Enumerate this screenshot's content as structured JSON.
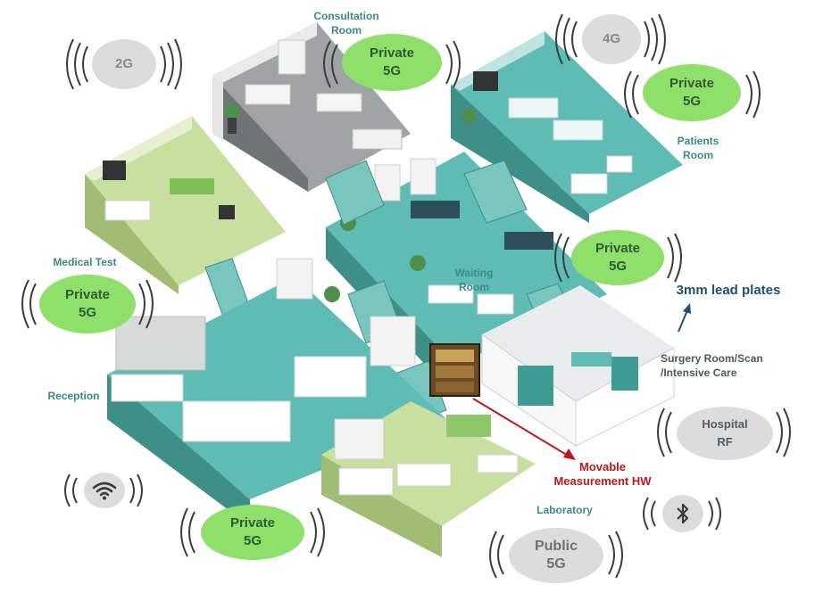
{
  "rooms": {
    "consultation": [
      "Consultation",
      "Room"
    ],
    "patients": [
      "Patients",
      "Room"
    ],
    "medical_test": "Medical Test",
    "waiting": [
      "Waiting",
      "Room"
    ],
    "reception": "Reception",
    "surgery": [
      "Surgery Room/Scan",
      "/Intensive Care"
    ],
    "laboratory": "Laboratory"
  },
  "badges": {
    "gen2": "2G",
    "gen4": "4G",
    "private_top": [
      "Private",
      "5G"
    ],
    "private_patients": [
      "Private",
      "5G"
    ],
    "private_medical": [
      "Private",
      "5G"
    ],
    "private_waiting": [
      "Private",
      "5G"
    ],
    "private_bottom": [
      "Private",
      "5G"
    ],
    "hospital_rf": [
      "Hospital",
      "RF"
    ],
    "public_5g": [
      "Public",
      "5G"
    ]
  },
  "icons": {
    "wifi": "wifi-icon",
    "bluetooth": "bluetooth-icon"
  },
  "annotations": {
    "lead_plates": "3mm lead plates",
    "movable_hw": [
      "Movable",
      "Measurement HW"
    ]
  },
  "colors": {
    "teal_floor": "#5fbcb4",
    "green_floor": "#c9dfa0",
    "grey_floor": "#9a9e9e",
    "private_5g": "#8ee06a",
    "legacy_badge": "#dcdcdc",
    "label_teal": "#3c8a86",
    "arrow_red": "#c0171b",
    "lead_text": "#1f5078"
  }
}
